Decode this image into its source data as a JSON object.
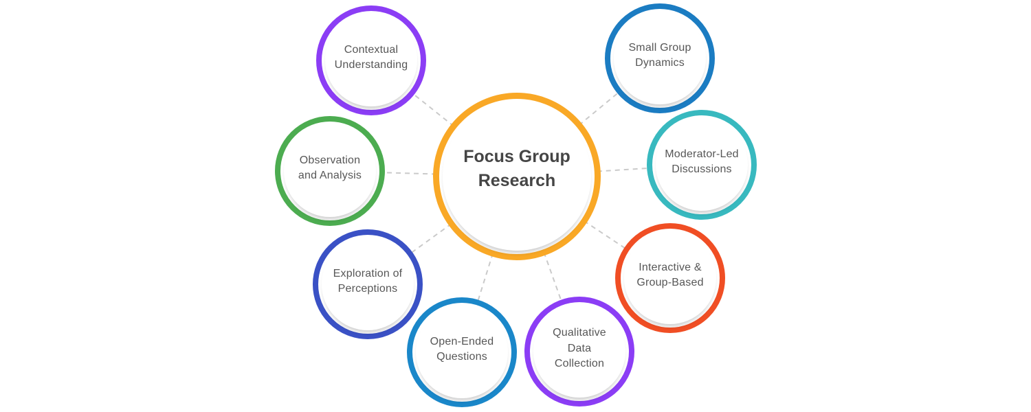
{
  "diagram": {
    "title": "Focus Group Research mind map",
    "connector_color": "#cacaca",
    "center": {
      "label": "Focus Group\nResearch",
      "color": "#F9A826"
    },
    "nodes": [
      {
        "id": "contextual-understanding",
        "label": "Contextual\nUnderstanding",
        "color": "#8B3DF5"
      },
      {
        "id": "small-group-dynamics",
        "label": "Small Group\nDynamics",
        "color": "#1B7CC2"
      },
      {
        "id": "observation-and-analysis",
        "label": "Observation\nand Analysis",
        "color": "#4CAC50"
      },
      {
        "id": "moderator-led-discussions",
        "label": "Moderator-Led\nDiscussions",
        "color": "#38B9BF"
      },
      {
        "id": "exploration-of-perceptions",
        "label": "Exploration of\nPerceptions",
        "color": "#3A51C5"
      },
      {
        "id": "interactive-group-based",
        "label": "Interactive &\nGroup-Based",
        "color": "#F04E24"
      },
      {
        "id": "open-ended-questions",
        "label": "Open-Ended\nQuestions",
        "color": "#1A87C9"
      },
      {
        "id": "qualitative-data-collection",
        "label": "Qualitative\nData\nCollection",
        "color": "#8B3DF5"
      }
    ]
  }
}
